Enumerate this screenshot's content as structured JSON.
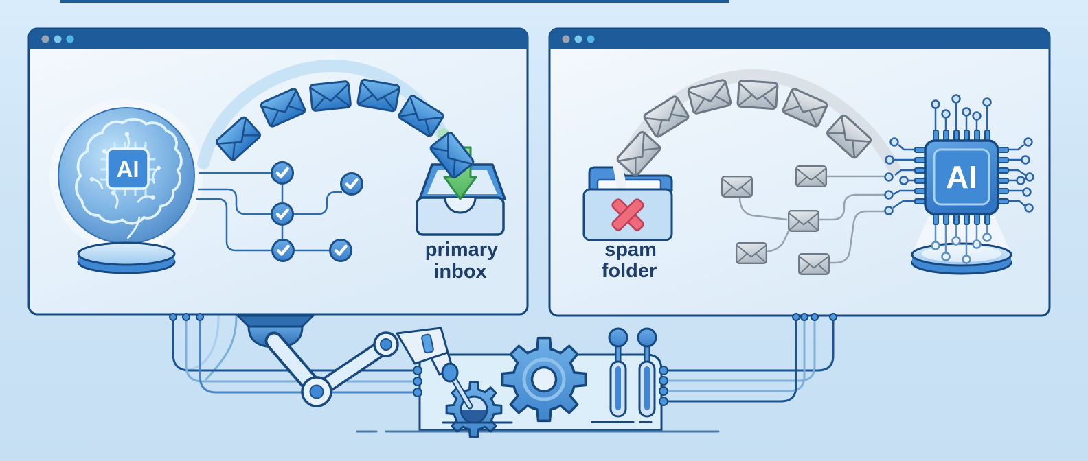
{
  "illustration": {
    "left_window": {
      "titlebar_dots": [
        "#9aa3af",
        "#7cc9ec",
        "#4fb6e6"
      ],
      "brain_chip_label": "AI",
      "caption": {
        "line1": "primary",
        "line2": "inbox"
      },
      "flying_envelopes": 6,
      "check_nodes": 5
    },
    "right_window": {
      "titlebar_dots": [
        "#9aa3af",
        "#7cc9ec",
        "#4fb6e6"
      ],
      "caption": {
        "line1": "spam",
        "line2": "folder"
      },
      "chip_label": "AI",
      "flying_envelopes": 6,
      "routed_envelopes": 5
    },
    "colors": {
      "background": "#cde4f6",
      "titlebar": "#1e5b9a",
      "window_border": "#17497f",
      "window_body": "#edf4fb",
      "accent_blue": "#4a94dc",
      "envelope_blue": "#3d8ad6",
      "envelope_gray": "#c3ccd5",
      "arrow_green": "#5bbf66",
      "x_red": "#ee6b7c",
      "caption_text": "#1d3e6b"
    }
  }
}
